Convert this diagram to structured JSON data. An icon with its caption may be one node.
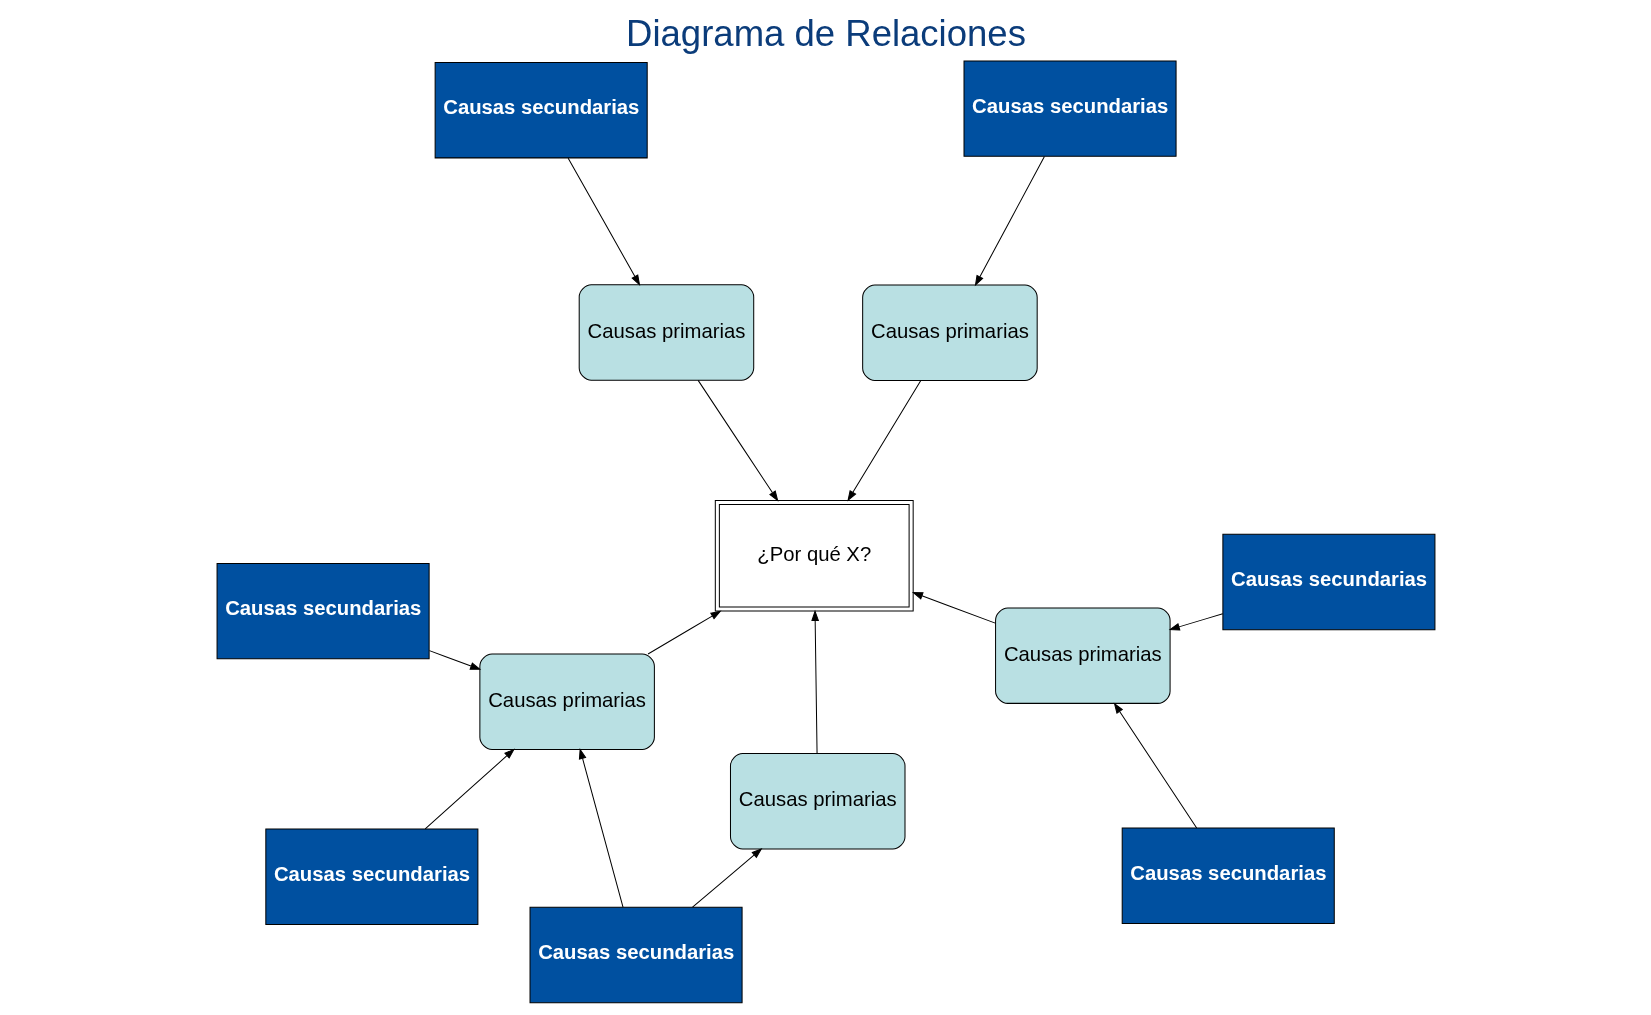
{
  "diagram": {
    "title": "Diagrama de Relaciones",
    "nodes": [
      {
        "text": [
          "¿Por qué X?"
        ]
      },
      {
        "text": [
          "Causas primarias"
        ]
      },
      {
        "text": [
          "Causas primarias"
        ]
      },
      {
        "text": [
          "Causas primarias"
        ]
      },
      {
        "text": [
          "Causas primarias"
        ]
      },
      {
        "text": [
          "Causas primarias"
        ]
      },
      {
        "text": [
          "Causas secundarias"
        ]
      },
      {
        "text": [
          "Causas secundarias"
        ]
      },
      {
        "text": [
          "Causas secundarias"
        ]
      },
      {
        "text": [
          "Causas secundarias"
        ]
      },
      {
        "text": [
          "Causas secundarias"
        ]
      },
      {
        "text": [
          "Causas secundarias"
        ]
      },
      {
        "text": [
          "Causas secundarias"
        ]
      }
    ],
    "edges": [
      {
        "from": 1,
        "to": 0,
        "arrow": "to"
      },
      {
        "from": 2,
        "to": 0,
        "arrow": "to"
      },
      {
        "from": 3,
        "to": 0,
        "arrow": "to"
      },
      {
        "from": 4,
        "to": 0,
        "arrow": "to"
      },
      {
        "from": 5,
        "to": 0,
        "arrow": "to"
      },
      {
        "from": 7,
        "to": 1,
        "arrow": "to"
      },
      {
        "from": 6,
        "to": 2,
        "arrow": "to"
      },
      {
        "from": 7,
        "to": 3,
        "arrow": "to"
      },
      {
        "from": 8,
        "to": 3,
        "arrow": "to"
      },
      {
        "from": 9,
        "to": 3,
        "arrow": "to"
      },
      {
        "from": 10,
        "to": 4,
        "arrow": "to"
      },
      {
        "from": 11,
        "to": 4,
        "arrow": "to"
      },
      {
        "from": 12,
        "to": 5,
        "arrow": "to"
      }
    ]
  }
}
